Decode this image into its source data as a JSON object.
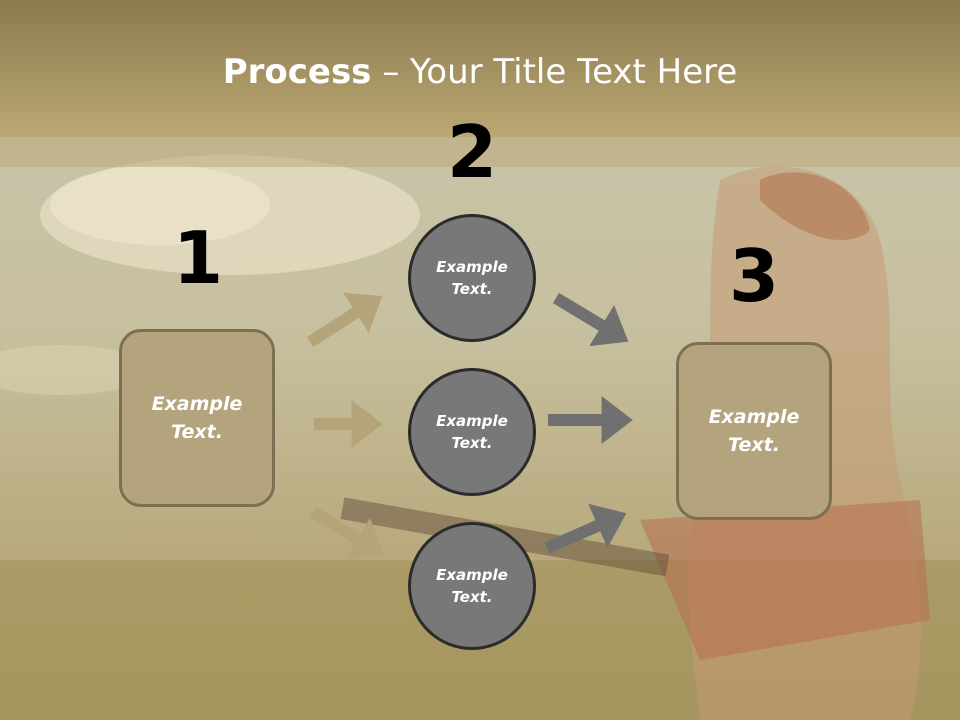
{
  "slide": {
    "title_bold": "Process",
    "title_rest": " – Your Title Text Here",
    "steps": [
      "1",
      "2",
      "3"
    ],
    "left_box": "Example\nText.",
    "right_box": "Example\nText.",
    "circles": [
      "Example\nText.",
      "Example\nText.",
      "Example\nText."
    ]
  },
  "colors": {
    "header": "#a8965f",
    "box_fill": "#b3a47d",
    "box_border": "#7c6f52",
    "circle_fill": "#787878",
    "circle_border": "#2b2b2b",
    "arrow_tan": "#b5a47a",
    "arrow_gray": "#707070"
  }
}
